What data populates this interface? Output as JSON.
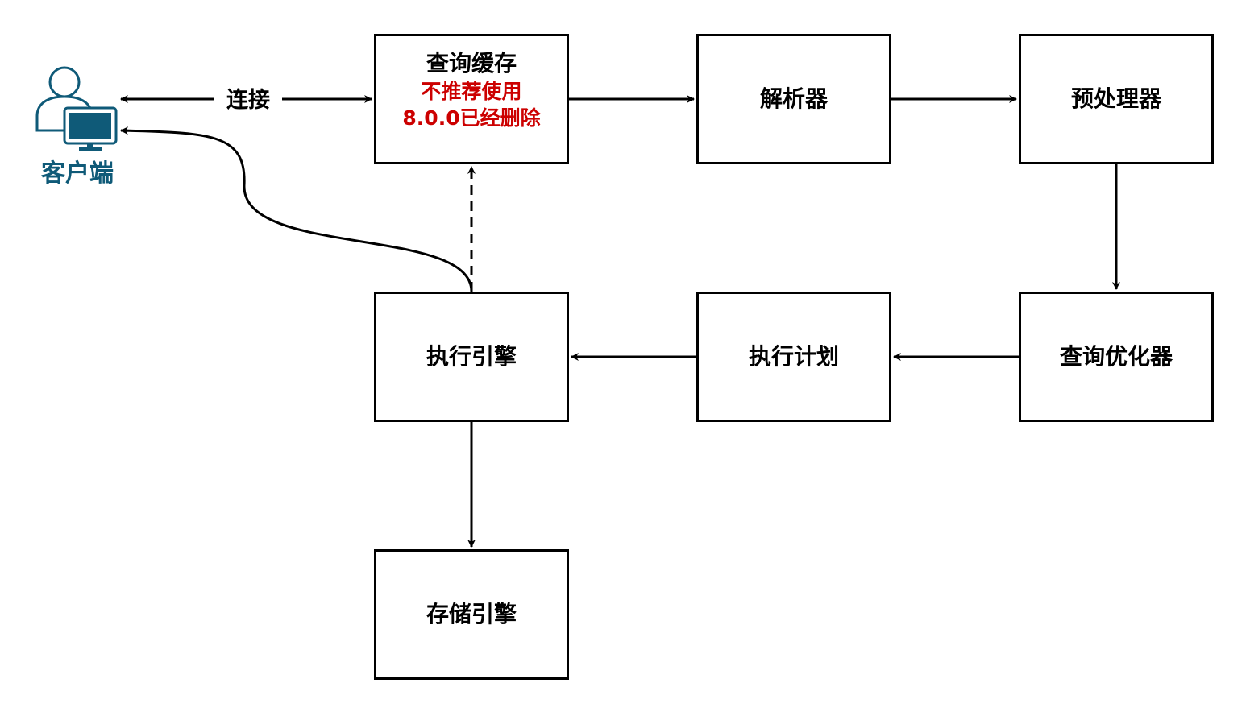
{
  "colors": {
    "client": "#0f5a78",
    "warning": "#cc0000",
    "stroke": "#000000"
  },
  "client": {
    "label": "客户端",
    "icon": "user-with-computer-icon"
  },
  "edges": {
    "connect_label": "连接"
  },
  "nodes": {
    "query_cache": {
      "title": "查询缓存",
      "warning_line1": "不推荐使用",
      "warning_line2": "8.0.0已经删除"
    },
    "parser": {
      "title": "解析器"
    },
    "preprocessor": {
      "title": "预处理器"
    },
    "optimizer": {
      "title": "查询优化器"
    },
    "plan": {
      "title": "执行计划"
    },
    "executor": {
      "title": "执行引擎"
    },
    "storage": {
      "title": "存储引擎"
    }
  }
}
